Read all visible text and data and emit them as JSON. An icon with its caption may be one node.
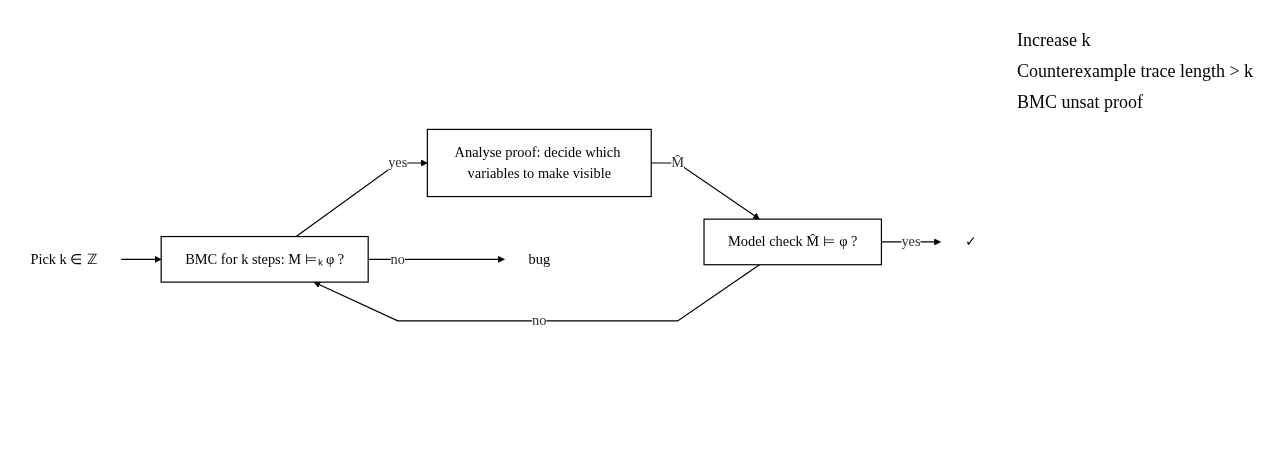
{
  "diagram": {
    "nodes": [
      {
        "text": [
          "Pick k ∈ ℤ"
        ]
      },
      {
        "text": [
          "BMC for k steps: M ⊨ₖ φ ?"
        ]
      },
      {
        "text": [
          "Analyse proof: decide which variables to make visible"
        ]
      },
      {
        "text": [
          "Model check M̂ ⊨ φ ?"
        ]
      },
      {
        "text": [
          "bug"
        ]
      },
      {
        "text": [
          "✓"
        ]
      }
    ],
    "edges": [
      {
        "from": 0,
        "to": 1,
        "arrow": "to"
      },
      {
        "from": 1,
        "to": 2,
        "arrow": "to",
        "label": "yes"
      },
      {
        "from": 2,
        "to": 3,
        "arrow": "to",
        "label": "M̂"
      },
      {
        "from": 3,
        "to": 1,
        "arrow": "to",
        "label": "no"
      },
      {
        "from": 1,
        "to": 4,
        "arrow": "to",
        "label": "no"
      },
      {
        "from": 3,
        "to": 5,
        "arrow": "to",
        "label": "yes"
      }
    ],
    "labels": [
      "Increase k",
      "Counterexample trace length > k",
      "BMC unsat proof"
    ]
  }
}
